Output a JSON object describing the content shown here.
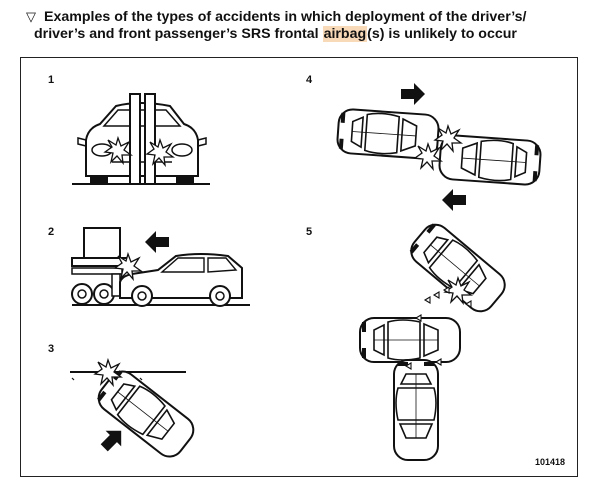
{
  "header": {
    "symbol": "▽",
    "line1": "Examples of the types of accidents in which deployment of the driver’s/",
    "line2_before": "driver’s and front passenger’s SRS frontal ",
    "line2_highlight": "airbag",
    "line2_after": "(s) is unlikely to occur",
    "highlight_color": "#f8d9b8"
  },
  "figure": {
    "labels": [
      "1",
      "2",
      "3",
      "4",
      "5"
    ],
    "code": "101418"
  }
}
